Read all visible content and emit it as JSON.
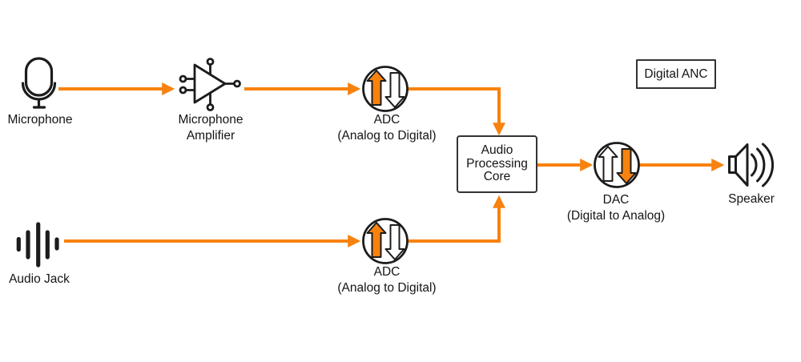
{
  "colors": {
    "accent": "#F8820E",
    "ink": "#1C1C1C",
    "box_border": "#333333",
    "background": "#FFFFFF",
    "text": "#141414"
  },
  "badge": {
    "label": "Digital ANC"
  },
  "nodes": {
    "microphone": {
      "label": "Microphone"
    },
    "amplifier": {
      "label1": "Microphone",
      "label2": "Amplifier"
    },
    "adc_top": {
      "label": "ADC",
      "sublabel": "(Analog to Digital)"
    },
    "core": {
      "label1": "Audio",
      "label2": "Processing",
      "label3": "Core"
    },
    "dac": {
      "label": "DAC",
      "sublabel": "(Digital to Analog)"
    },
    "speaker": {
      "label": "Speaker"
    },
    "audio_jack": {
      "label": "Audio Jack"
    },
    "adc_bottom": {
      "label": "ADC",
      "sublabel": "(Analog to Digital)"
    }
  },
  "connections": [
    {
      "from": "microphone",
      "to": "amplifier"
    },
    {
      "from": "amplifier",
      "to": "adc_top"
    },
    {
      "from": "adc_top",
      "to": "core"
    },
    {
      "from": "audio_jack",
      "to": "adc_bottom"
    },
    {
      "from": "adc_bottom",
      "to": "core"
    },
    {
      "from": "core",
      "to": "dac"
    },
    {
      "from": "dac",
      "to": "speaker"
    }
  ]
}
